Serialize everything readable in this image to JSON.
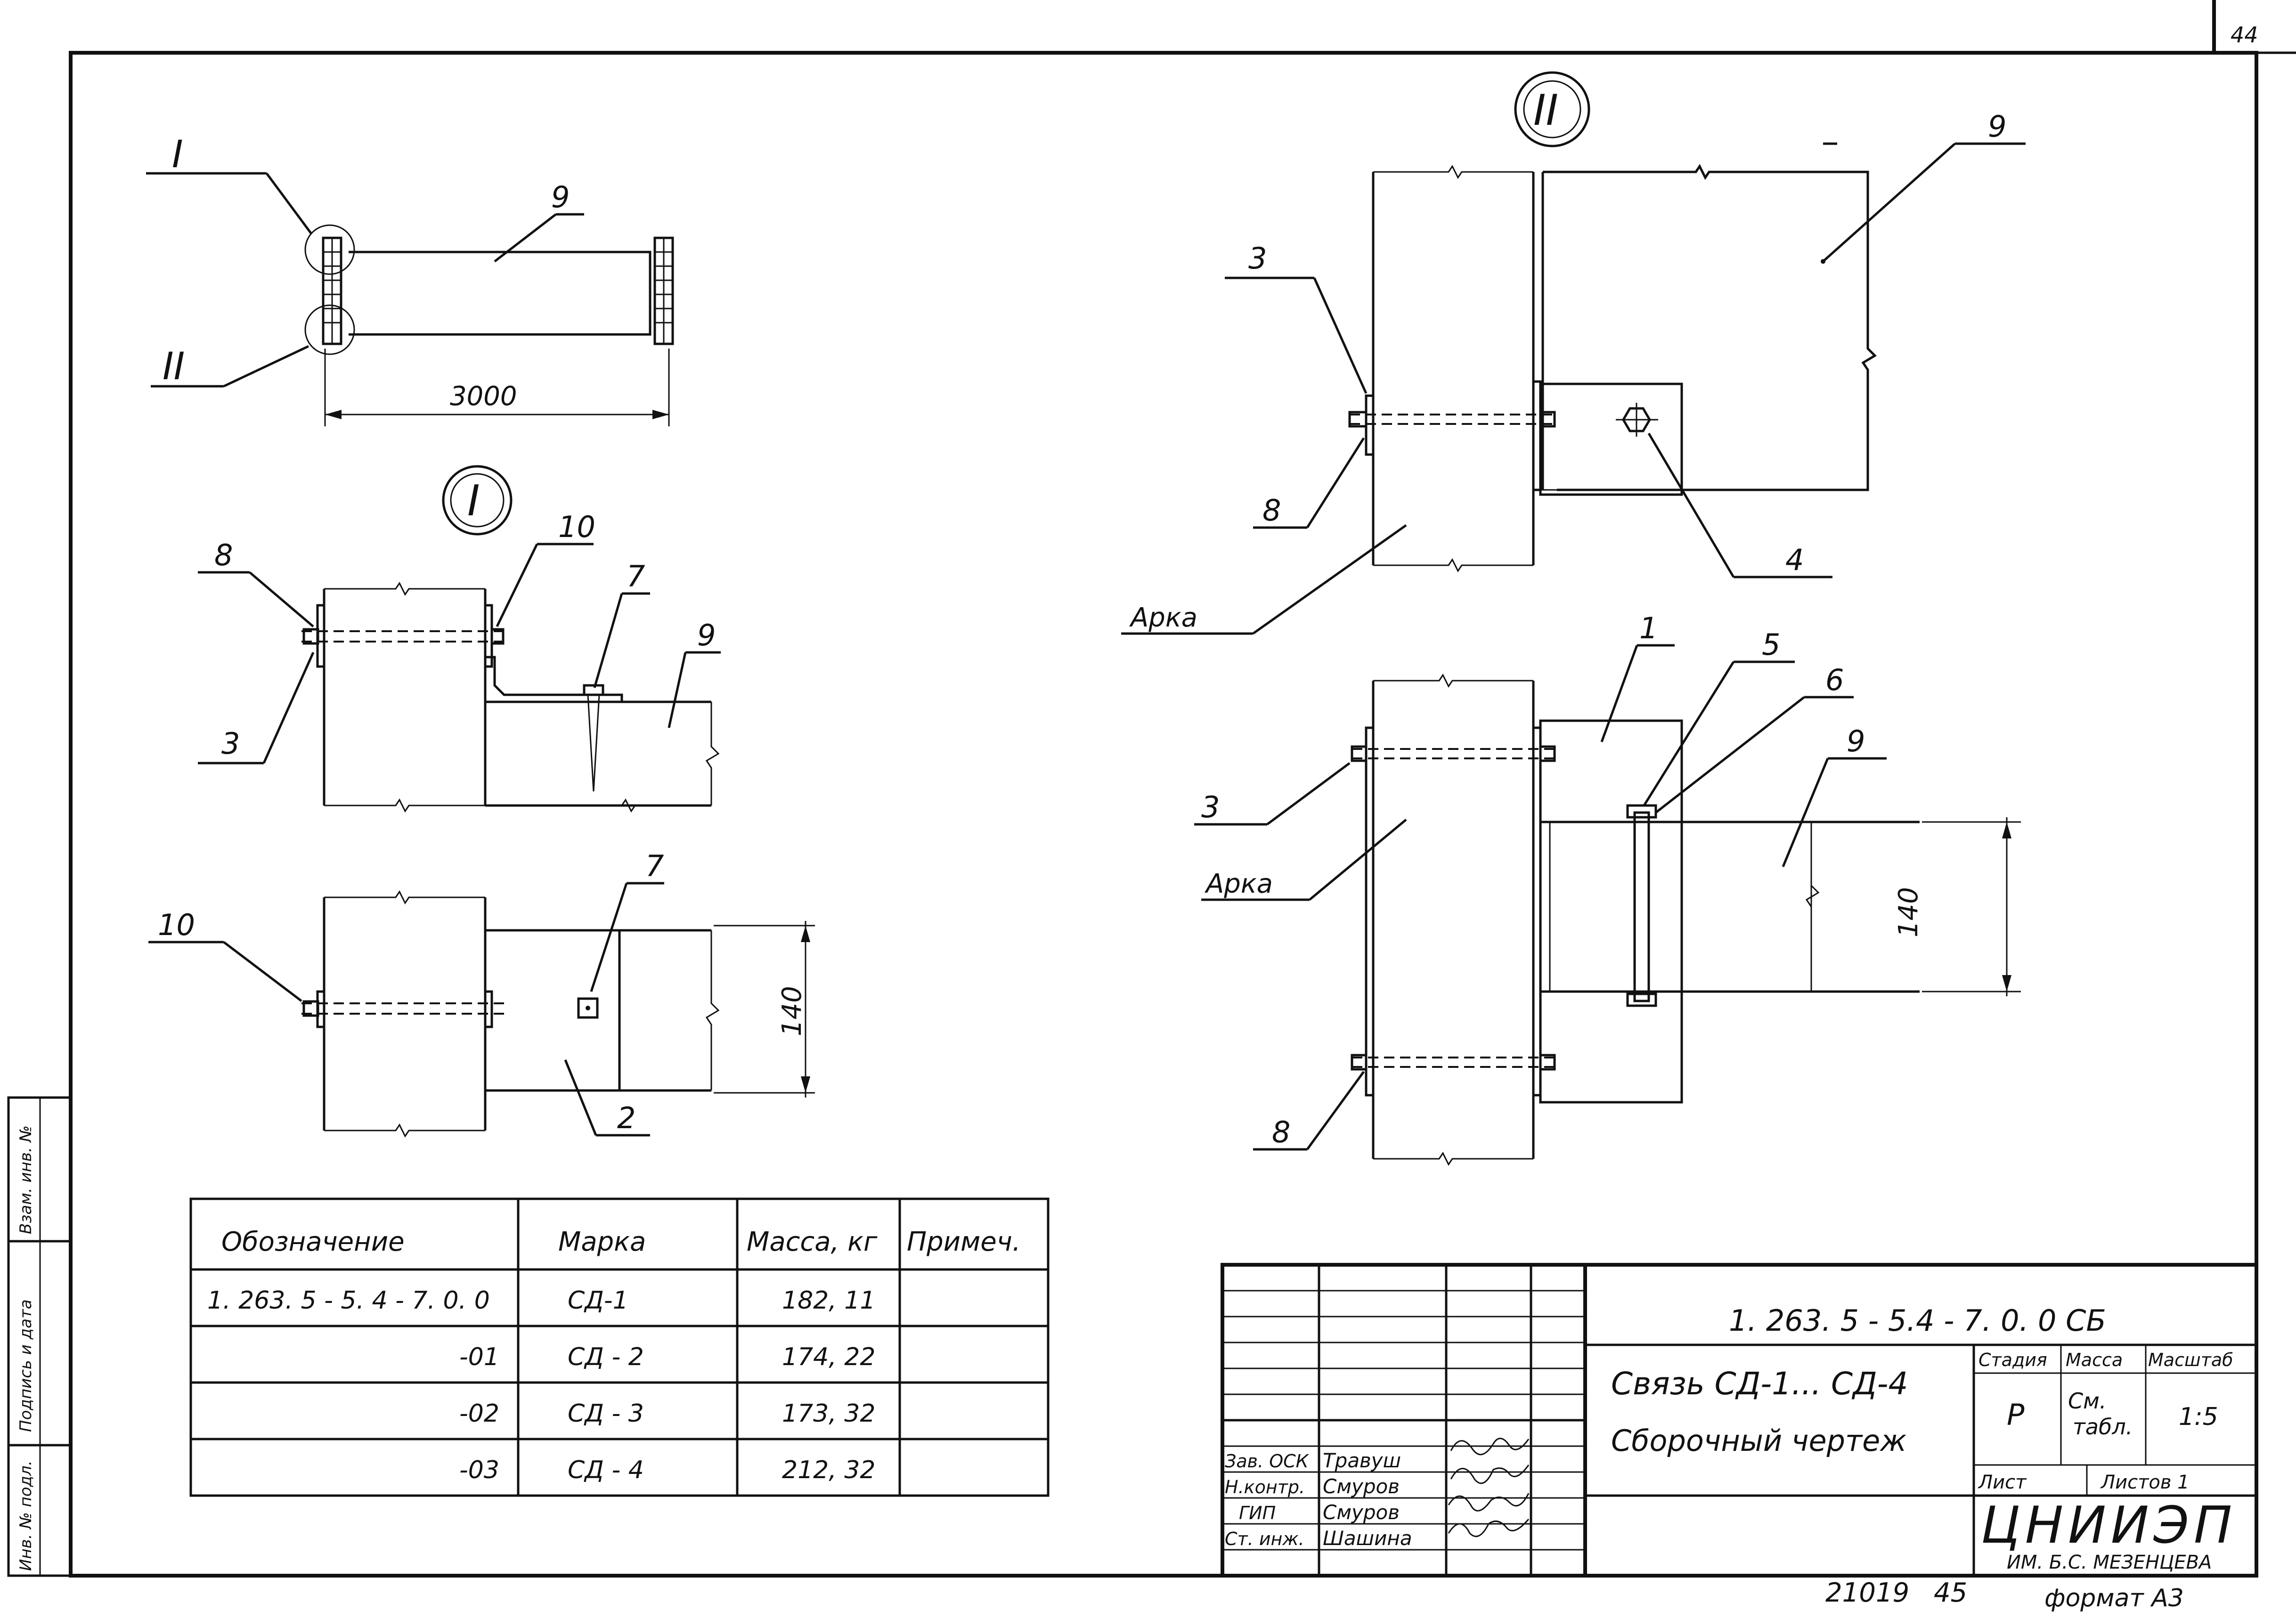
{
  "corner_number": "44",
  "detail_I_label": "I",
  "detail_II_label": "II",
  "overview": {
    "callout_I": "I",
    "callout_II": "II",
    "dim_length": "3000",
    "part_9": "9"
  },
  "detail_I_top": {
    "title": "I",
    "labels": {
      "p8": "8",
      "p10": "10",
      "p7": "7",
      "p9": "9",
      "p3": "3"
    }
  },
  "detail_I_bottom": {
    "labels": {
      "p10": "10",
      "p7": "7",
      "p2": "2"
    },
    "dim_140": "140"
  },
  "detail_II_top": {
    "title": "II",
    "labels": {
      "p9": "9",
      "p3": "3",
      "p8": "8",
      "p4": "4"
    },
    "arka": "Арка"
  },
  "detail_II_bottom": {
    "labels": {
      "p1": "1",
      "p5": "5",
      "p6": "6",
      "p9": "9",
      "p3": "3",
      "p8": "8"
    },
    "arka": "Арка",
    "dim_140": "140"
  },
  "spec_table": {
    "headers": [
      "Обозначение",
      "Марка",
      "Масса, кг",
      "Примеч."
    ],
    "rows": [
      [
        "1. 263. 5 - 5. 4 - 7. 0. 0",
        "СД-1",
        "182, 11",
        ""
      ],
      [
        "-01",
        "СД - 2",
        "174, 22",
        ""
      ],
      [
        "-02",
        "СД - 3",
        "173, 32",
        ""
      ],
      [
        "-03",
        "СД - 4",
        "212, 32",
        ""
      ]
    ]
  },
  "side_stamp": {
    "cells": [
      "Инв. № подл.",
      "Подпись и дата",
      "Взам. инв. №"
    ]
  },
  "title_block": {
    "doc_code": "1. 263. 5 - 5.4 - 7. 0. 0 СБ",
    "title_line1": "Связь СД-1... СД-4",
    "title_line2": "Сборочный чертеж",
    "stage_header": "Стадия",
    "mass_header": "Масса",
    "scale_header": "Масштаб",
    "stage_value": "Р",
    "mass_value_1": "См.",
    "mass_value_2": "табл.",
    "scale_value": "1:5",
    "sheet_label": "Лист",
    "sheets_label": "Листов 1",
    "org_name": "ЦНИИЭП",
    "org_sub": "ИМ. Б.С. МЕЗЕНЦЕВА",
    "roles": [
      {
        "role": "Зав. ОСК",
        "name": "Травуш"
      },
      {
        "role": "Н.контр.",
        "name": "Смуров"
      },
      {
        "role": "ГИП",
        "name": "Смуров"
      },
      {
        "role": "Ст. инж.",
        "name": "Шашина"
      }
    ]
  },
  "footer": {
    "archive_number": "21019",
    "page_number": "45",
    "format_label": "формат А3"
  }
}
